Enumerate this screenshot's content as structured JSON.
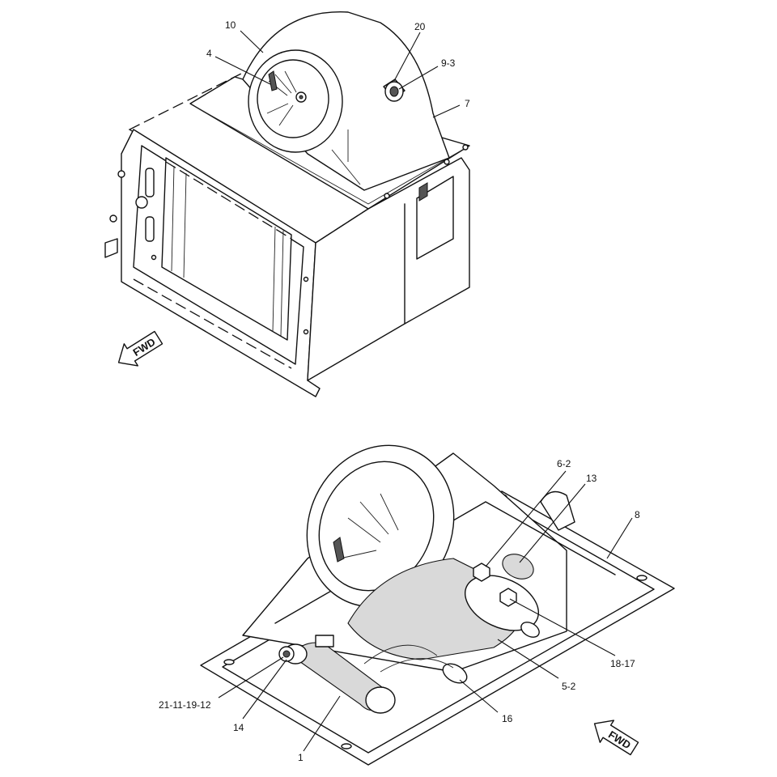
{
  "views": {
    "top": {
      "callouts": [
        "10",
        "20",
        "4",
        "9-3",
        "7"
      ],
      "direction_label": "FWD"
    },
    "bottom": {
      "callouts": [
        "6-2",
        "13",
        "8",
        "18-17",
        "5-2",
        "16",
        "21-11-19-12",
        "14",
        "1"
      ],
      "direction_label": "FWD"
    }
  }
}
